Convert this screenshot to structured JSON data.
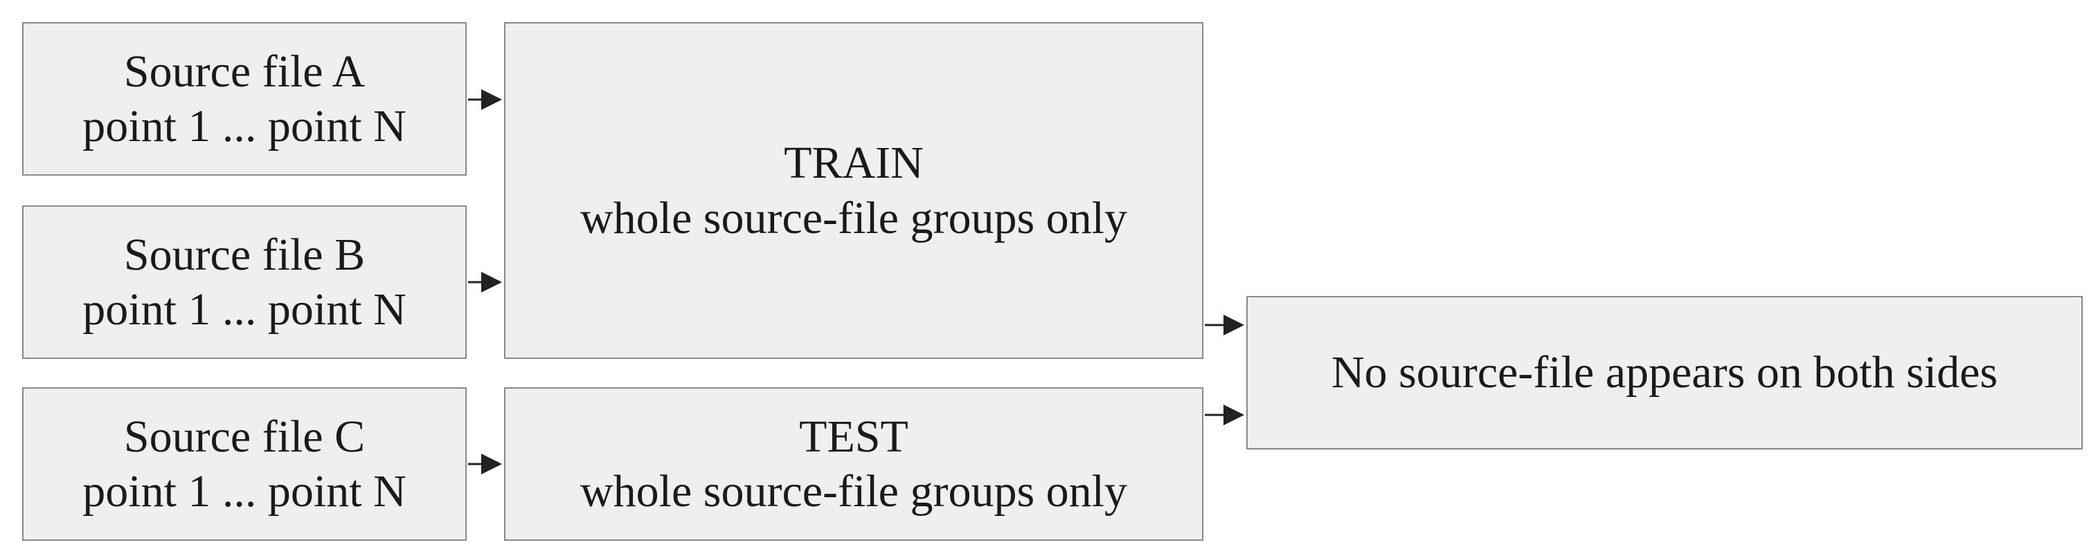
{
  "sources": [
    {
      "name": "Source file A",
      "points": "point 1 ... point N"
    },
    {
      "name": "Source file B",
      "points": "point 1 ... point N"
    },
    {
      "name": "Source file C",
      "points": "point 1 ... point N"
    }
  ],
  "train": {
    "title": "TRAIN",
    "subtitle": "whole source-file groups only"
  },
  "test": {
    "title": "TEST",
    "subtitle": "whole source-file groups only"
  },
  "result": {
    "label": "No source-file appears on both sides"
  },
  "colors": {
    "box_fill": "#efefef",
    "box_border": "#8a8a8a",
    "arrow": "#222222"
  }
}
